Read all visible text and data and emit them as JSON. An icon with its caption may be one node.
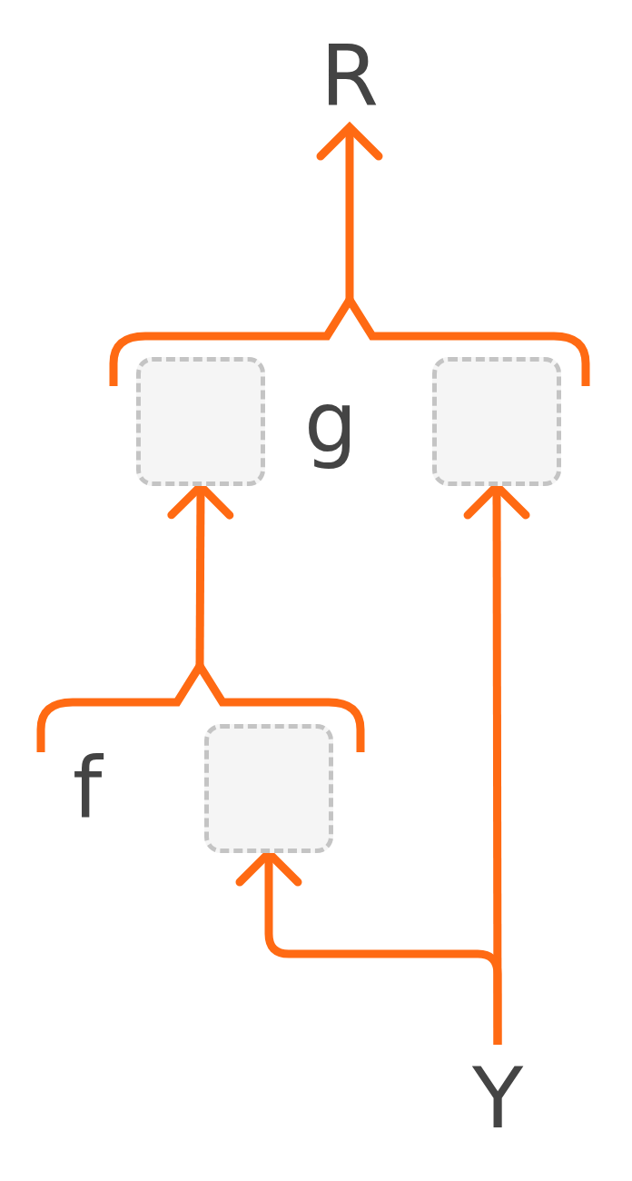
{
  "diagram": {
    "nodes": [
      {
        "text": [
          "R"
        ]
      },
      {
        "text": [
          "g"
        ]
      },
      {
        "text": [],
        "shape": "box",
        "in": 1
      },
      {
        "text": [],
        "shape": "box",
        "in": 1
      },
      {
        "text": [
          "f"
        ]
      },
      {
        "text": [],
        "shape": "box",
        "in": 4
      },
      {
        "text": [
          "Y"
        ]
      }
    ],
    "edges": [
      {
        "from": 1,
        "to": 0,
        "arrow": "to"
      },
      {
        "from": 4,
        "to": 2,
        "arrow": "to"
      },
      {
        "from": 6,
        "to": 3,
        "arrow": "to"
      },
      {
        "from": 6,
        "to": 5,
        "arrow": "to"
      }
    ]
  }
}
